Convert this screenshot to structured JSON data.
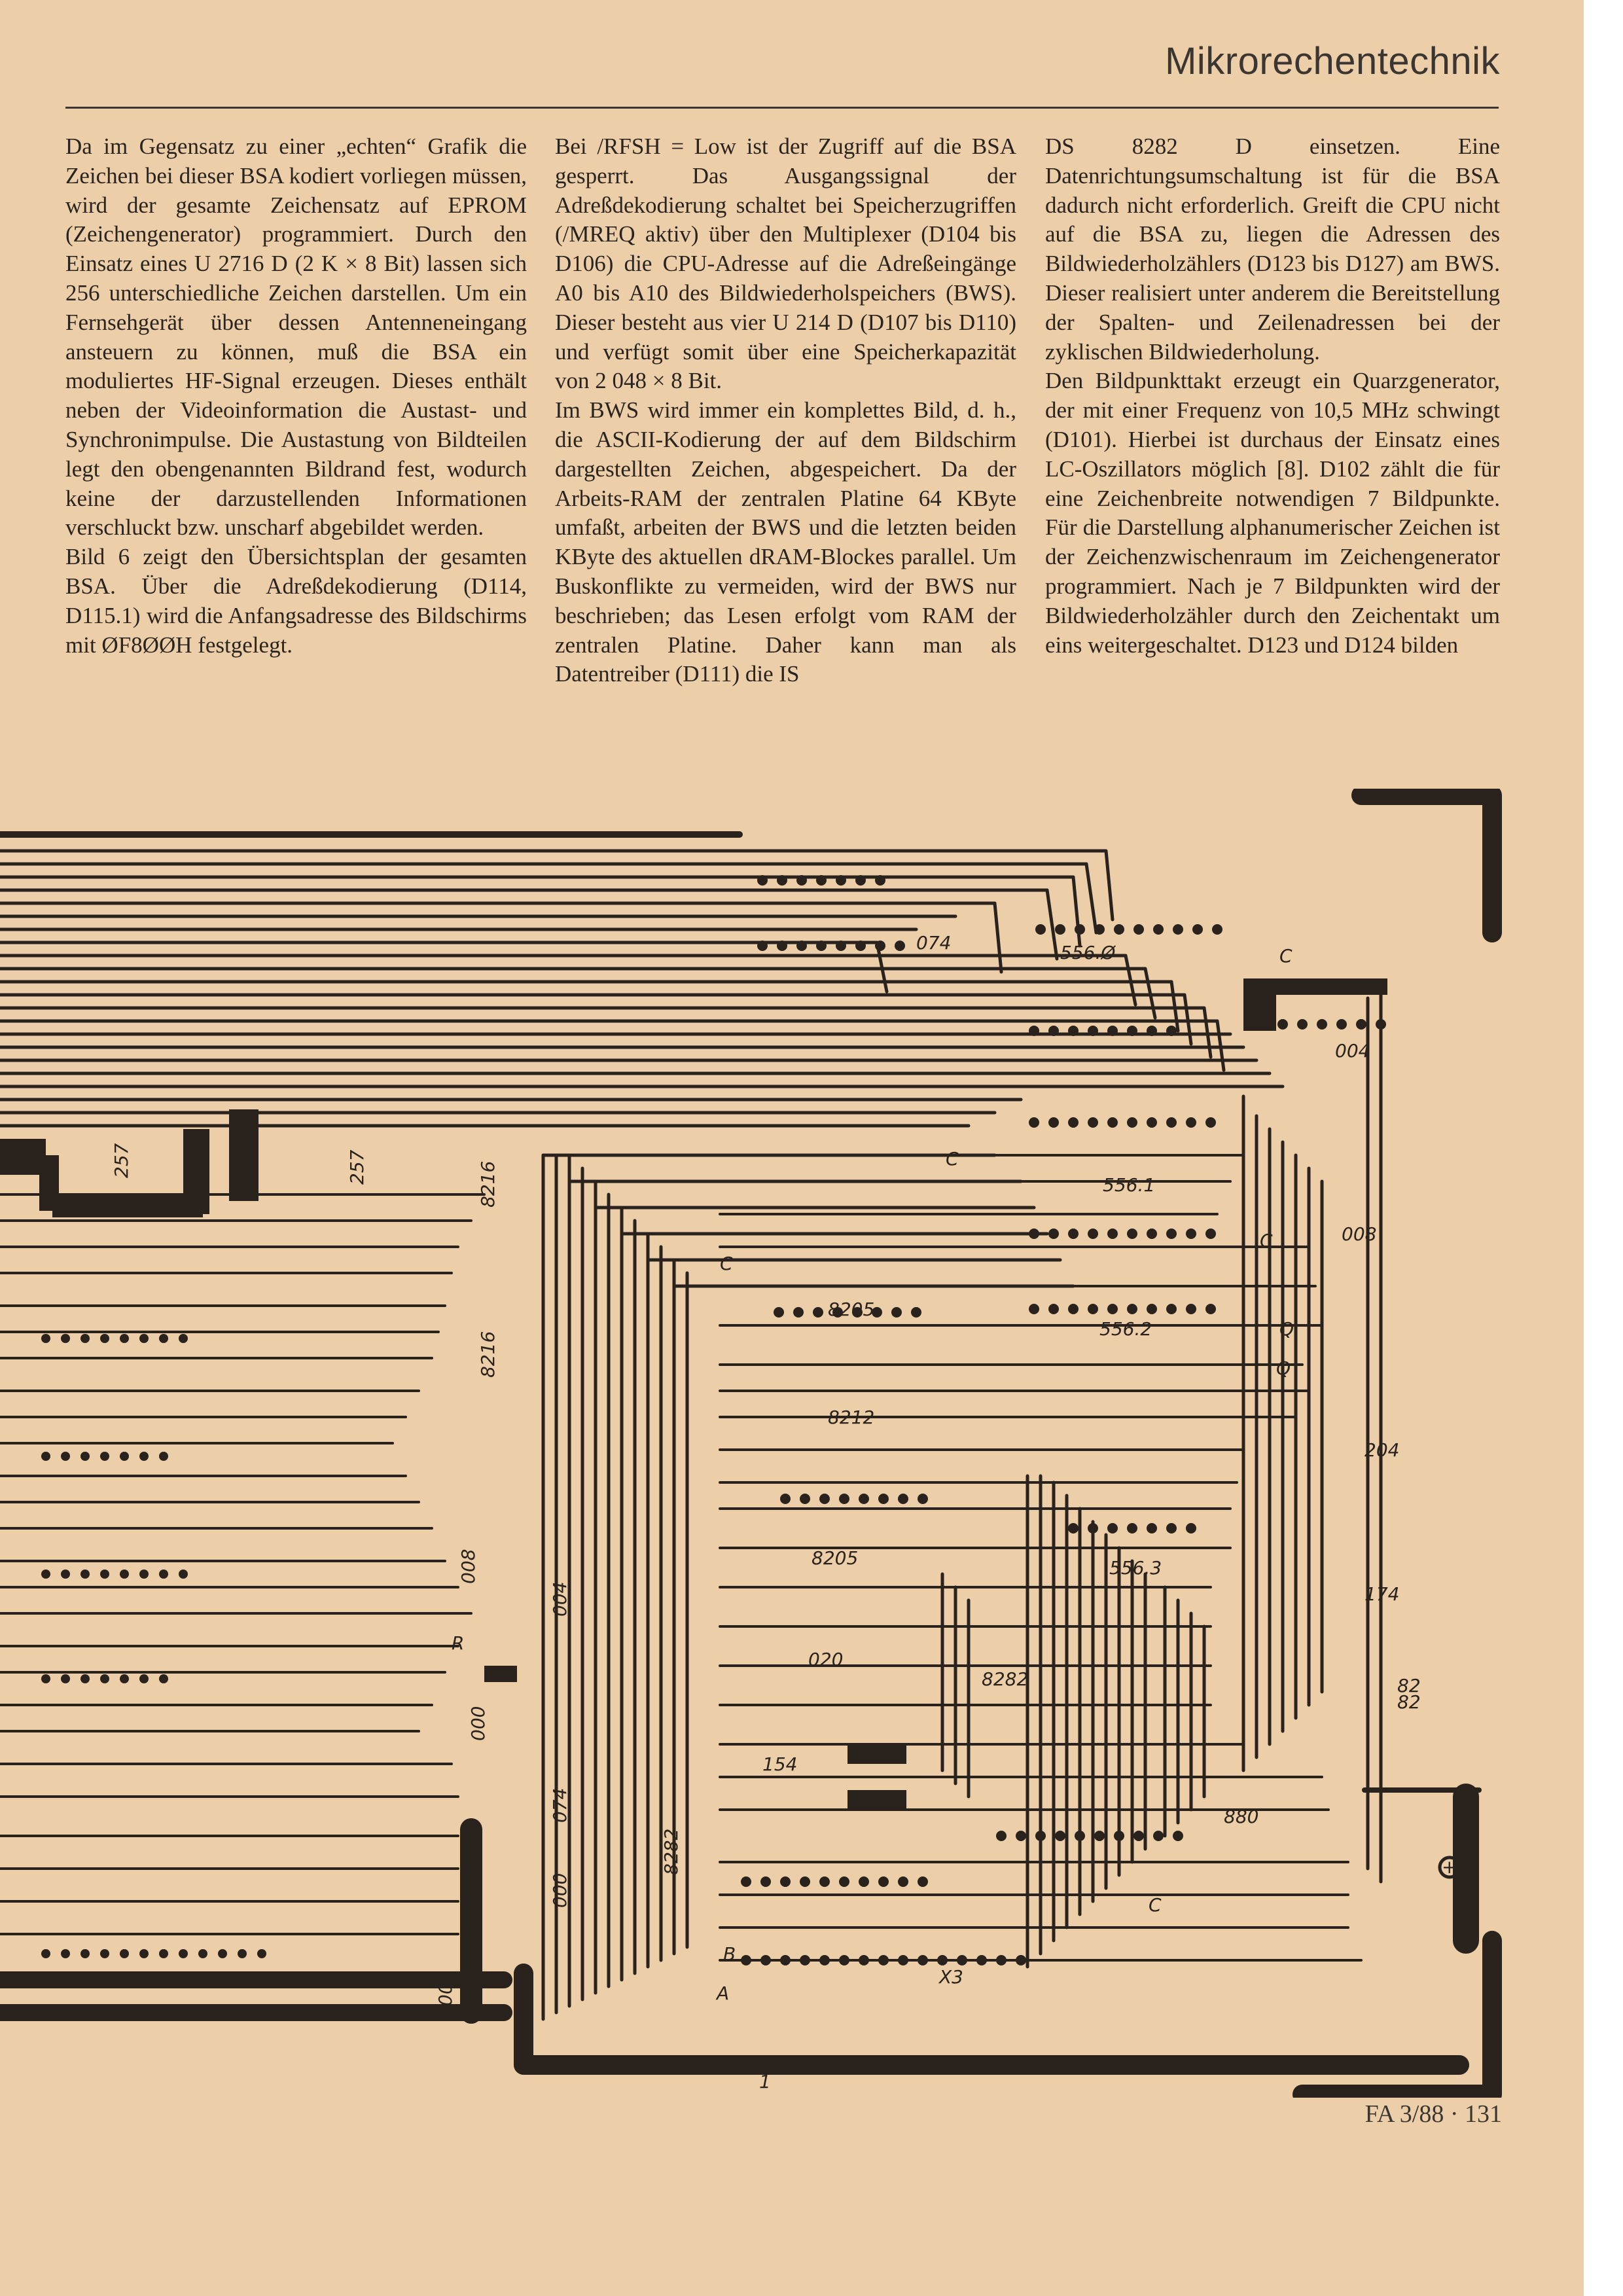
{
  "header": {
    "section_title": "Mikrorechentechnik"
  },
  "columns": [
    [
      "Da im Gegensatz zu einer „echten“ Grafik die Zeichen bei dieser BSA kodiert vorliegen müssen, wird der gesamte Zeichensatz auf EPROM (Zeichengenerator) programmiert. Durch den Einsatz eines U 2716 D (2 K × 8 Bit) lassen sich 256 unterschiedliche Zeichen darstellen. Um ein Fernsehgerät über dessen Antenneneingang ansteuern zu können, muß die BSA ein moduliertes HF-Signal erzeugen. Dieses enthält neben der Videoinformation die Austast- und Synchronimpulse. Die Austastung von Bildteilen legt den obengenannten Bildrand fest, wodurch keine der darzustellenden Informationen verschluckt bzw. unscharf abgebildet werden.",
      "Bild 6 zeigt den Übersichtsplan der gesamten BSA. Über die Adreßdekodierung (D114, D115.1) wird die Anfangsadresse des Bildschirms mit ØF8ØØH festgelegt."
    ],
    [
      "Bei /RFSH = Low ist der Zugriff auf die BSA gesperrt. Das Ausgangssignal der Adreßdekodierung schaltet bei Speicherzugriffen (/MREQ aktiv) über den Multiplexer (D104 bis D106) die CPU-Adresse auf die Adreßeingänge A0 bis A10 des Bildwiederholspeichers (BWS). Dieser besteht aus vier U 214 D (D107 bis D110) und verfügt somit über eine Speicherkapazität von 2 048 × 8 Bit.",
      "Im BWS wird immer ein komplettes Bild, d. h., die ASCII-Kodierung der auf dem Bildschirm dargestellten Zeichen, abgespeichert. Da der Arbeits-RAM der zentralen Platine 64 KByte umfaßt, arbeiten der BWS und die letzten beiden KByte des aktuellen dRAM-Blockes parallel. Um Buskonflikte zu vermeiden, wird der BWS nur beschrieben; das Lesen erfolgt vom RAM der zentralen Platine. Daher kann man als Datentreiber (D111) die IS"
    ],
    [
      "DS 8282 D einsetzen. Eine Datenrichtungsumschaltung ist für die BSA dadurch nicht erforderlich. Greift die CPU nicht auf die BSA zu, liegen die Adressen des Bildwiederholzählers (D123 bis D127) am BWS. Dieser realisiert unter anderem die Bereitstellung der Spalten- und Zeilenadressen bei der zyklischen Bildwiederholung.",
      "Den Bildpunkttakt erzeugt ein Quarzgenerator, der mit einer Frequenz von 10,5 MHz schwingt (D101). Hierbei ist durchaus der Einsatz eines LC-Oszillators möglich [8]. D102 zählt die für eine Zeichenbreite notwendigen 7 Bildpunkte. Für die Darstellung alphanumerischer Zeichen ist der Zeichenzwischenraum im Zeichengenerator programmiert. Nach je 7 Bildpunkten wird der Bildwiederholzähler durch den Zeichentakt um eins weitergeschaltet. D123 und D124 bilden"
    ]
  ],
  "pcb_labels": {
    "ic_074_top": "074",
    "ic_5560": "556.Ø",
    "cap_c_top": "C",
    "ic_004_right": "004",
    "ic_5561": "556.1",
    "ic_008_right": "008",
    "ic_8205_a": "8205",
    "ic_5562": "556.2",
    "q1": "Q",
    "q2": "Q",
    "ic_8212": "8212",
    "ic_204": "204",
    "ic_8205_b": "8205",
    "ic_5563": "556.3",
    "ic_174": "174",
    "ic_020": "020",
    "ic_8282_mid": "8282",
    "ic_82_82": "82",
    "ic_82_82b": "82",
    "ic_154": "154",
    "ic_880": "880",
    "ic_257_a": "257",
    "ic_257_b": "257",
    "ic_8216_a": "8216",
    "ic_8216_b": "8216",
    "ic_008_left": "008",
    "ic_004_mid": "004",
    "res_r": "R",
    "ic_000_a": "000",
    "ic_074_mid": "074",
    "ic_000_b": "000",
    "ic_8282_left": "8282",
    "ic_004_bottom": "004",
    "conn_x3": "X3",
    "pin_b": "B",
    "pin_a": "A",
    "pin_one": "1",
    "plus": "+",
    "cap_c_mid": "C",
    "cap_c_mid2": "C",
    "cap_c_left": "C",
    "cap_c_bottom": "C"
  },
  "footer": {
    "page_ref": "FA 3/88 · 131"
  }
}
